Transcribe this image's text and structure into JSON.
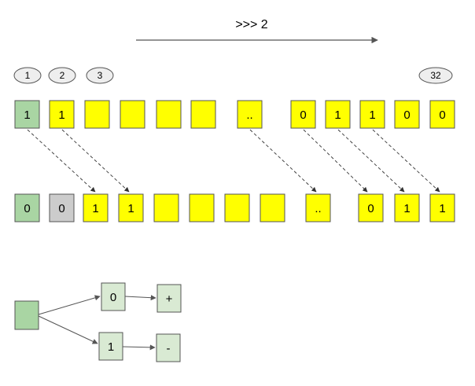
{
  "header": {
    "operator_label": ">>> 2"
  },
  "colors": {
    "yellow": "#ffff00",
    "green": "#a9d5a3",
    "light_green": "#d9ead3",
    "gray": "#cccccc",
    "stroke": "#555555",
    "oval_fill": "#eeeeee"
  },
  "position_markers": [
    "1",
    "2",
    "3",
    "32"
  ],
  "top_row": [
    "1",
    "1",
    "",
    "",
    "",
    "",
    "..",
    "0",
    "1",
    "1",
    "0",
    "0"
  ],
  "bottom_row": [
    "0",
    "0",
    "1",
    "1",
    "",
    "",
    "",
    "",
    "..",
    "0",
    "1",
    "1"
  ],
  "legend": {
    "branch_top": "0",
    "branch_bottom": "1",
    "result_top": "+",
    "result_bottom": "-"
  }
}
